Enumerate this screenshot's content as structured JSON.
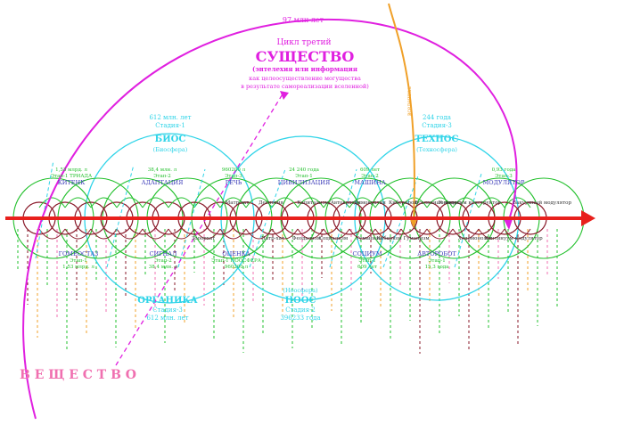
{
  "colors": {
    "axis": "#e8201c",
    "magenta": "#e020e0",
    "cyan": "#2fd4e8",
    "green": "#22c02c",
    "darkred": "#8a1a2a",
    "orange": "#f0a028",
    "blue": "#3a3ab8",
    "pink": "#f070b0"
  },
  "top": {
    "duration": "97 млн лет",
    "cycle": "Цикл третий",
    "title": "СУЩЕСТВО",
    "sub1": "(энтелехия или информация",
    "sub2": "как целеосуществление могущества",
    "sub3": "в результате самореализации вселенной)"
  },
  "bottom_label": "В Е Щ Е С Т В О",
  "orange_label": "вселенная",
  "stages": {
    "bios": {
      "years": "612 млн. лет",
      "stage": "Стадия-1",
      "name": "БИОС",
      "sphere": "(Биосфера)"
    },
    "tehnos": {
      "years": "244 года",
      "stage": "Стадия-3",
      "name": "ТЕХНОС",
      "sphere": "(Техносфера)"
    },
    "organika": {
      "name": "ОРГАНИКА",
      "stage": "Стадия-3",
      "years": "612 млн. лет"
    },
    "noos": {
      "sphere": "(Ноосфера)",
      "name": "НООС",
      "stage": "Стадия-2",
      "years": "396233 года"
    }
  },
  "upper_labels": [
    {
      "years": "1,53 млрд. л",
      "stage": "Этап-1 ТРИАДА",
      "name": "КИТЕНК"
    },
    {
      "years": "38,4 млн. л",
      "stage": "Этап-2",
      "name": "АДАПТАЦИЯ"
    },
    {
      "years": "960200 л",
      "stage": "Этап-3",
      "name": "РЕЧЬ"
    },
    {
      "years": "24 240 года",
      "stage": "Этап-1",
      "name": "ЦИВИЛИЗАЦИЯ"
    },
    {
      "years": "609 лет",
      "stage": "Этап-2",
      "name": "МАШИНА"
    },
    {
      "years": "0,93 года",
      "stage": "Этап-3",
      "name": "МОДУЛЯТОР"
    }
  ],
  "lower_labels": [
    {
      "name": "ГОМЕОСТАЗ",
      "stage": "Этап-1",
      "years": "1,53 млрд. л"
    },
    {
      "name": "СИГНАЛ",
      "stage": "Этап-2",
      "years": "38,4 млн. л"
    },
    {
      "name": "ОЦЕНКА",
      "stage": "Этап-1 НООСФЕРА",
      "years": "960200 л"
    },
    {
      "name": "СОЦИУМ",
      "stage": "Этап-1",
      "years": "609 лет"
    },
    {
      "name": "АВТОРОБОТ",
      "stage": "Этап-1",
      "years": "15,3 года"
    }
  ],
  "axis_labels": {
    "above": [
      "Матр-хат",
      "Деспотия",
      "Капитализм/Автократия",
      "Демократия",
      "Киберкрон",
      "Вселенная модель",
      "Универсум конструктор",
      "Вакуумный модулятор"
    ],
    "below": [
      "Зооорхат",
      "Патр-хат",
      "Феодализм",
      "Социализм",
      "Гуманизм",
      "Киберкон Гуманизм",
      "Холомонолог",
      "Континуум-модулятор"
    ]
  }
}
